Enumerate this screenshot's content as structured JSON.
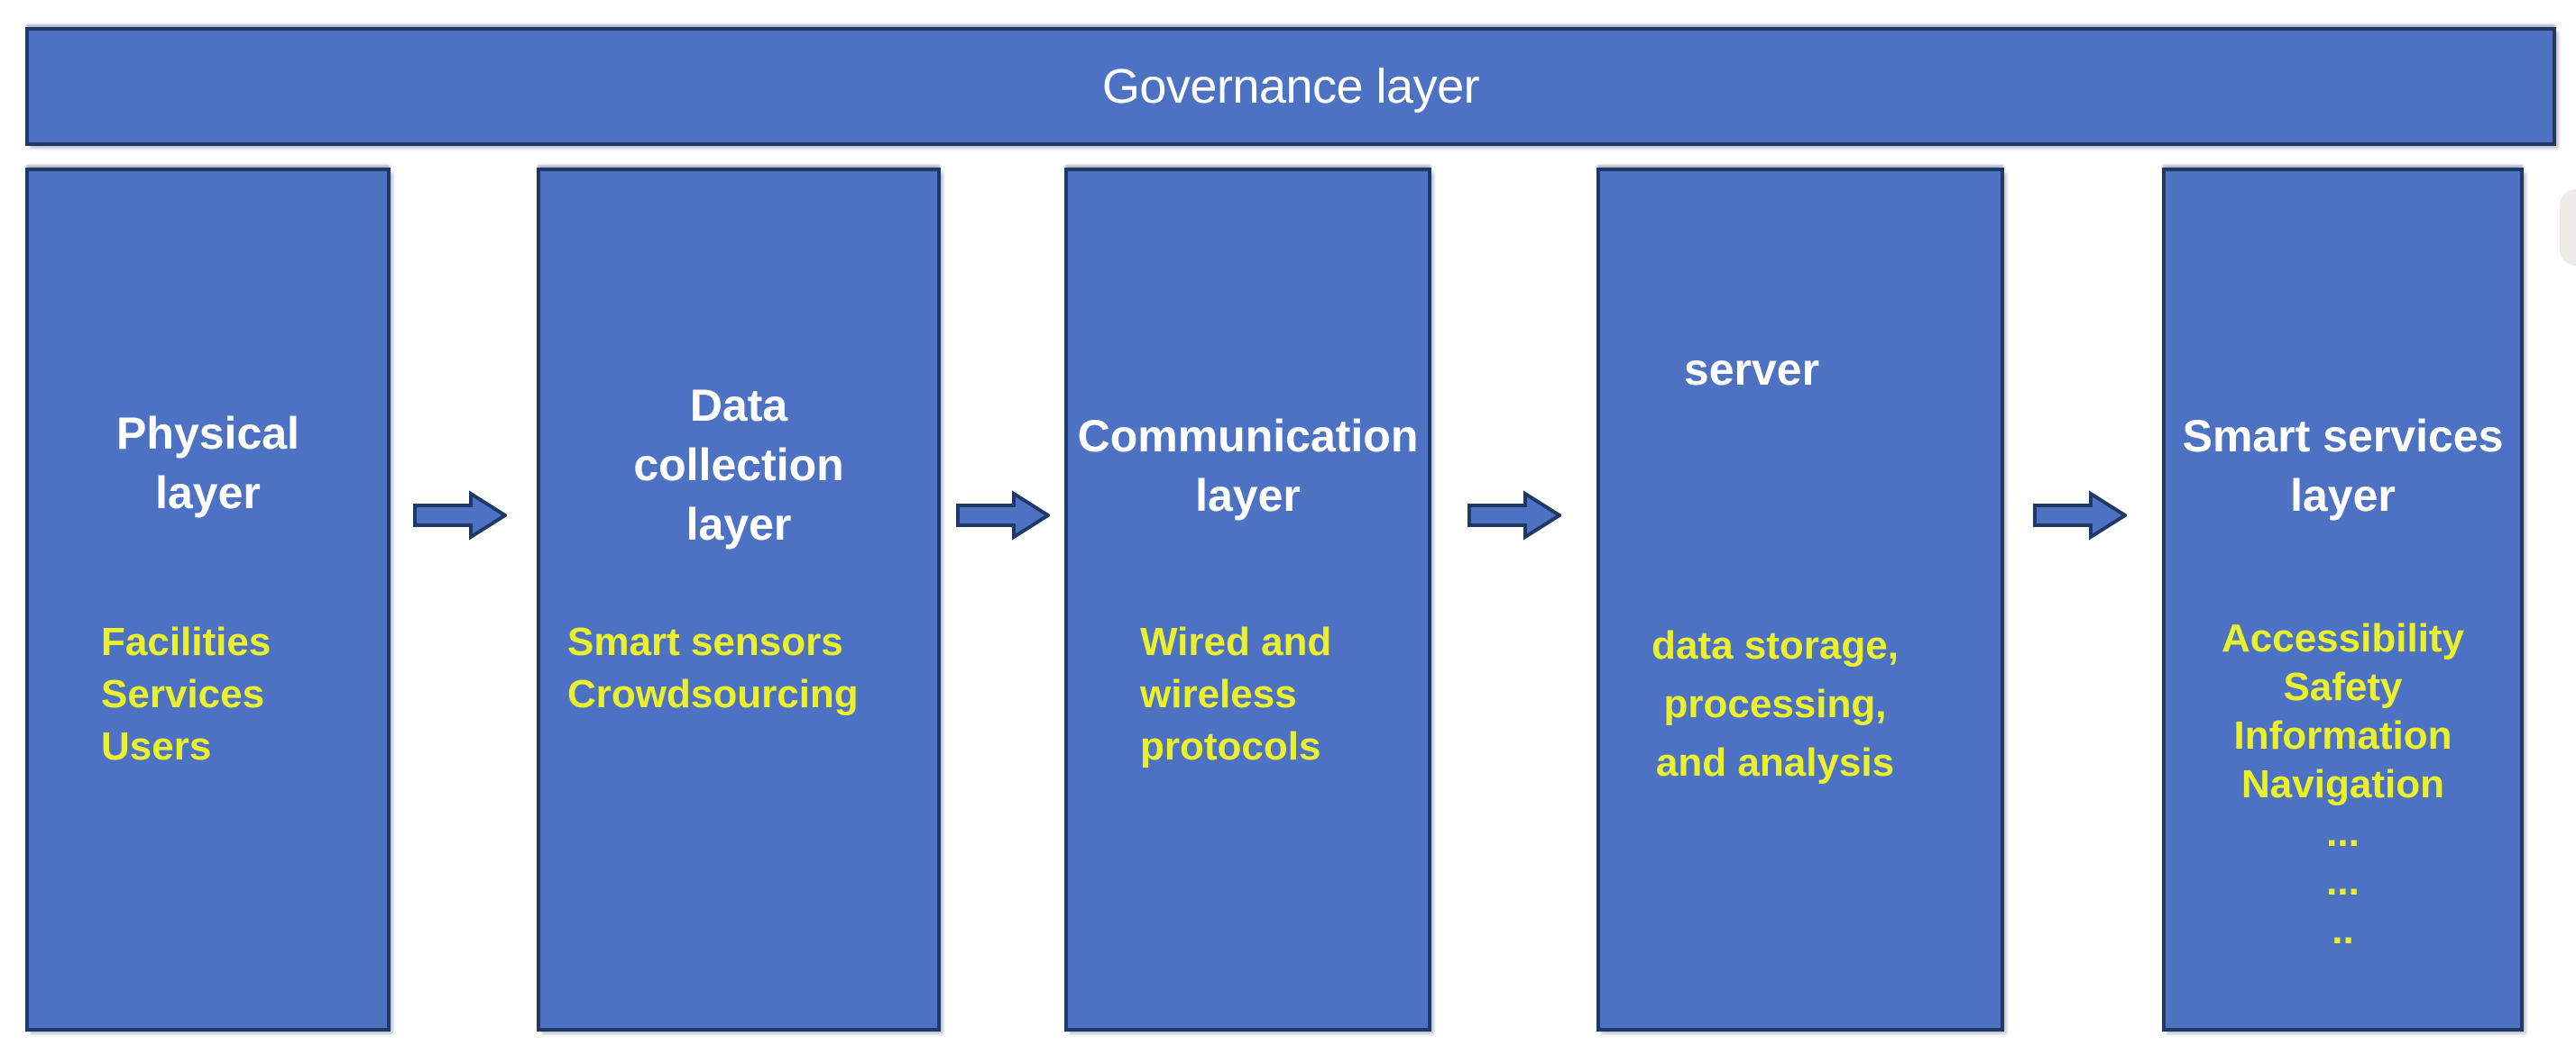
{
  "governance": {
    "label": "Governance layer"
  },
  "layers": [
    {
      "id": "physical",
      "title": "Physical\nlayer",
      "items": [
        "Facilities",
        "Services",
        "Users"
      ]
    },
    {
      "id": "data-collection",
      "title": "Data\ncollection\nlayer",
      "items": [
        "Smart sensors",
        "Crowdsourcing"
      ]
    },
    {
      "id": "communication",
      "title": "Communication\nlayer",
      "items": [
        "Wired and",
        "wireless",
        "protocols"
      ]
    },
    {
      "id": "server",
      "title": "server",
      "items": [
        "data storage,",
        "processing,",
        "and analysis"
      ]
    },
    {
      "id": "smart-services",
      "title": "Smart services\nlayer",
      "items": [
        "Accessibility",
        "Safety",
        "Information",
        "Navigation",
        "...",
        "...",
        ".."
      ]
    }
  ],
  "connections": [
    {
      "from": "Physical layer",
      "to": "Data collection layer"
    },
    {
      "from": "Data collection layer",
      "to": "Communication layer"
    },
    {
      "from": "Communication layer",
      "to": "server"
    },
    {
      "from": "server",
      "to": "Smart services layer"
    }
  ],
  "colors": {
    "bg": "#ffffff",
    "box-fill": "#4d72c3",
    "box-border": "#1f3864",
    "title-color": "#ffffff",
    "item-color": "#ebf02c",
    "edge-shape": "#edebe8"
  }
}
